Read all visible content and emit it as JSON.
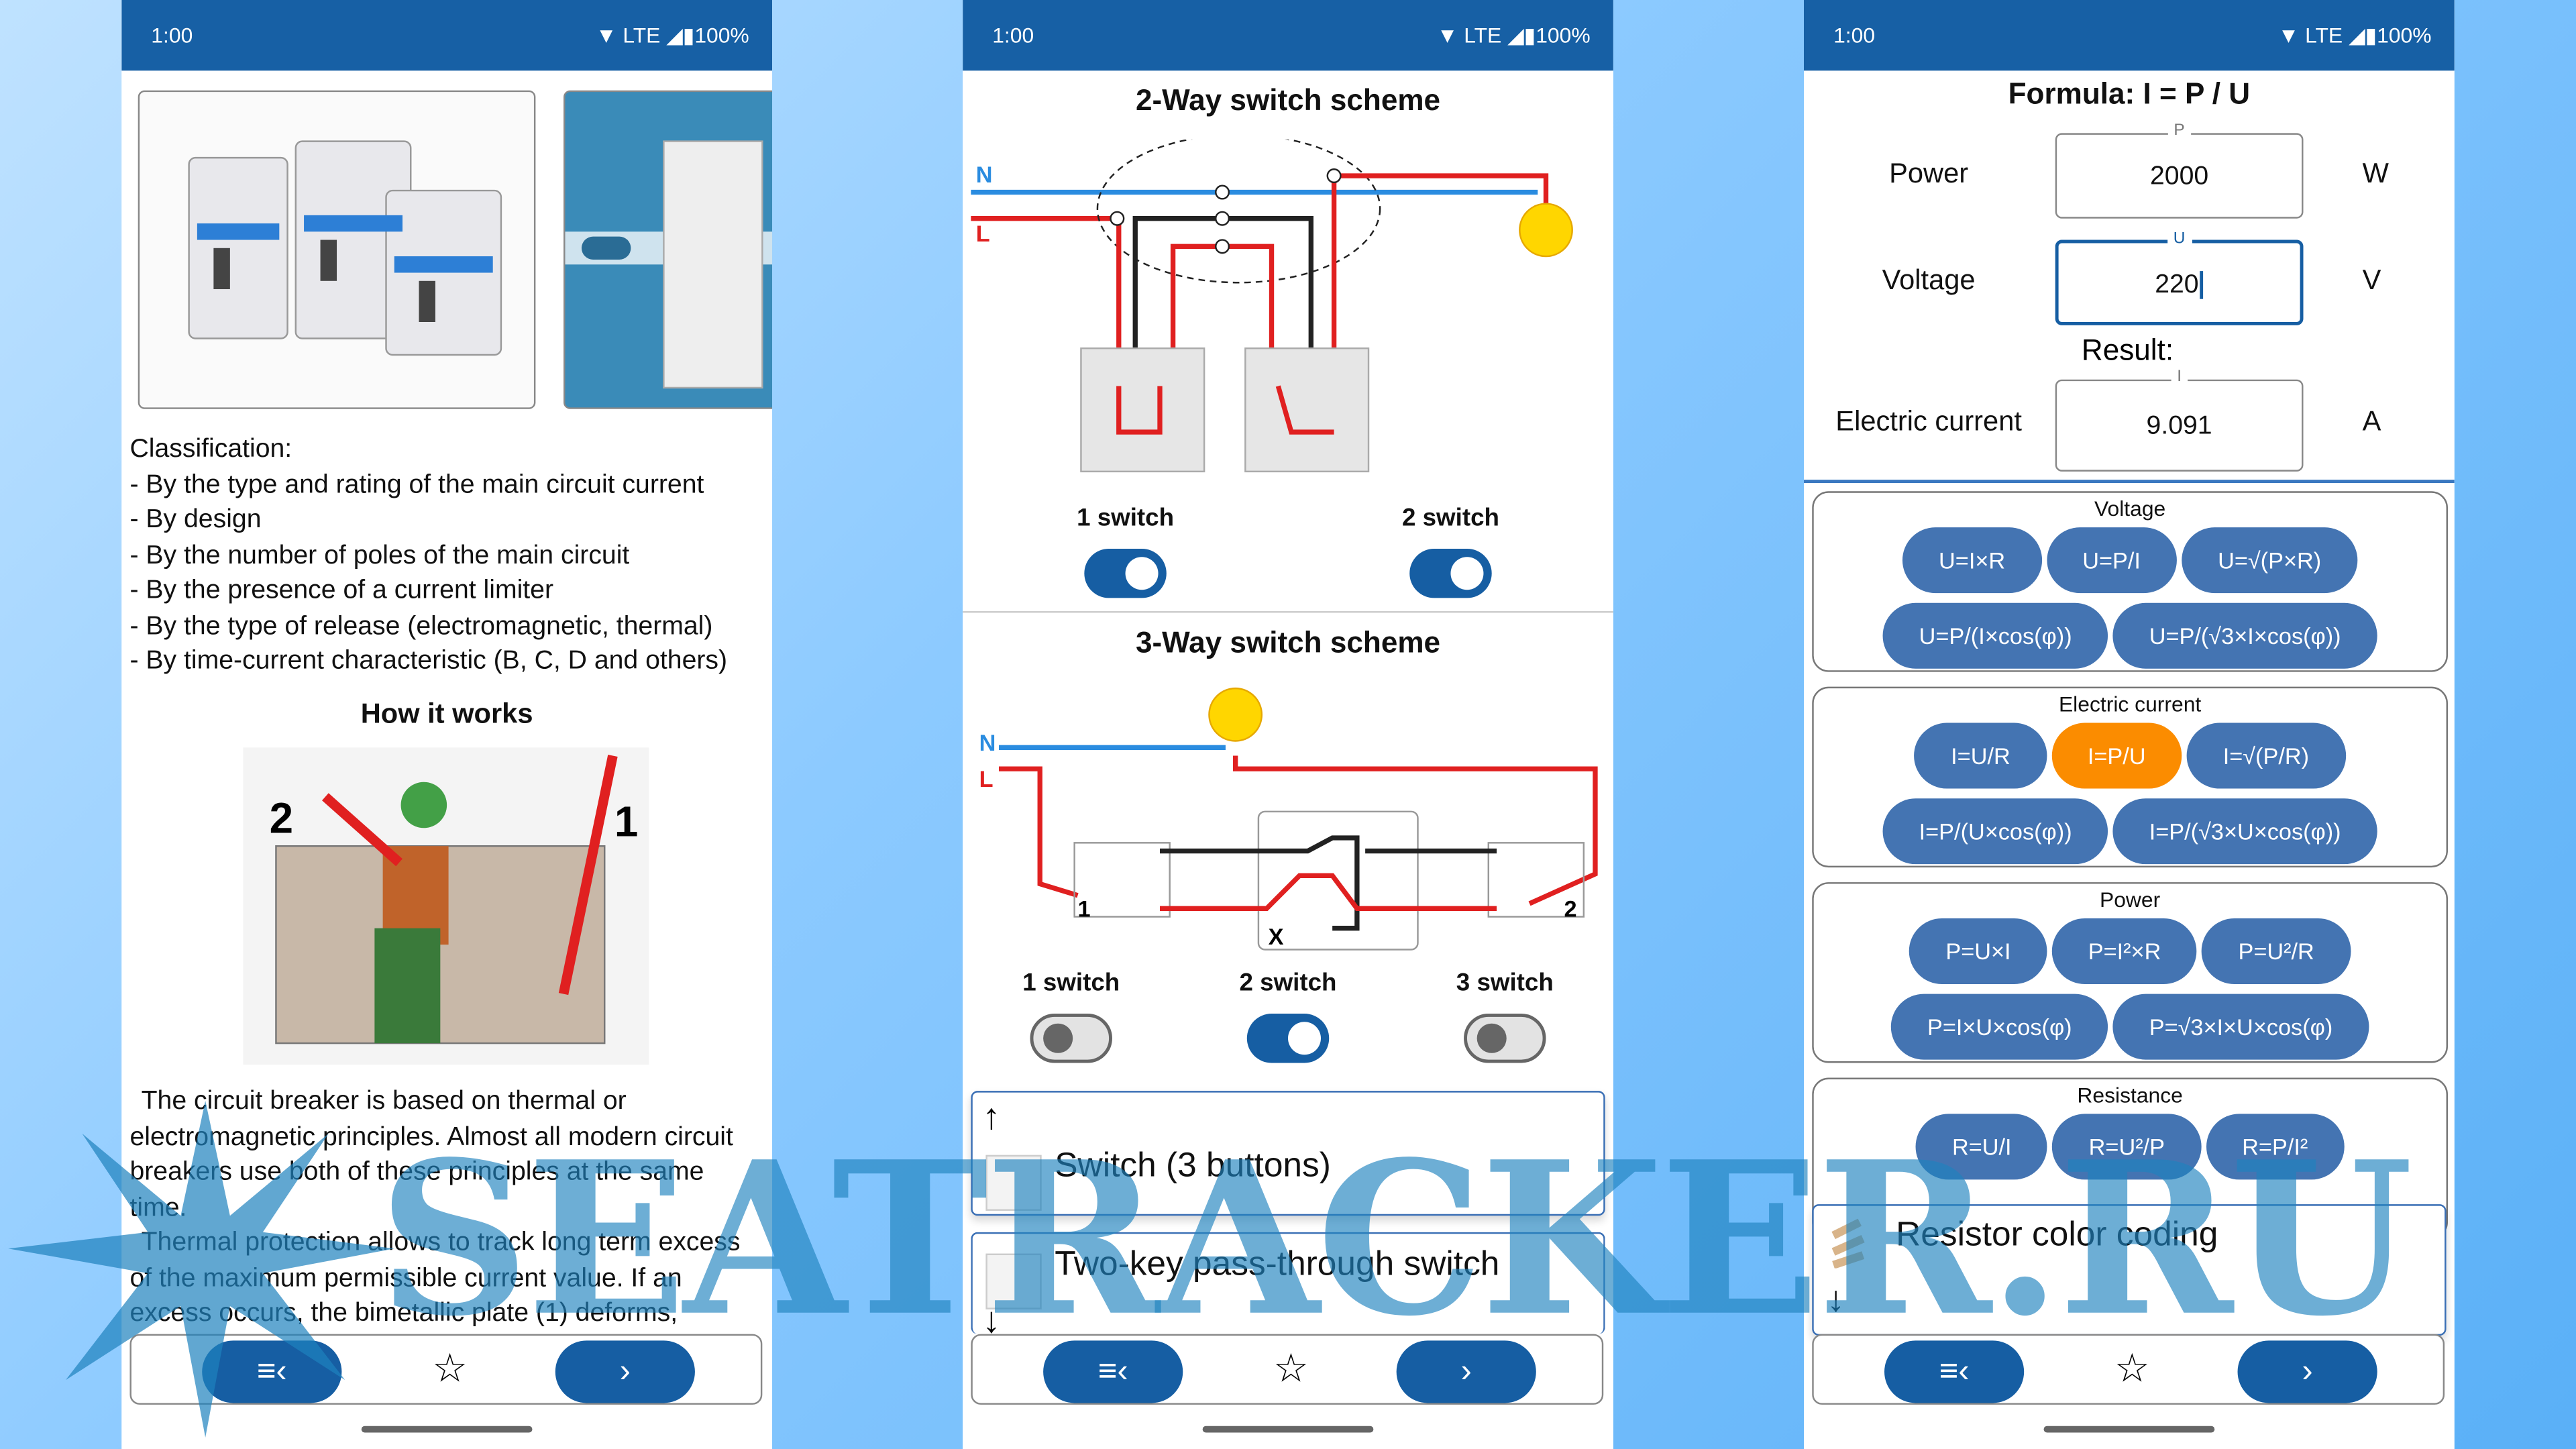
{
  "status_bar": {
    "time": "1:00",
    "network": "LTE",
    "battery": "100%"
  },
  "panel1": {
    "classification_title": "Classification:",
    "classification_items": [
      "- By the type and rating of the main circuit current",
      "- By design",
      "- By the number of poles of the main circuit",
      "- By the presence of a current limiter",
      "- By the type of release (electromagnetic, thermal)",
      "- By time-current characteristic (B, C, D and others)"
    ],
    "how_it_works": "How it works",
    "diagram_labels": [
      "2",
      "1"
    ],
    "paragraph1": "The circuit breaker is based on thermal or electromagnetic principles. Almost all modern circuit breakers use both of these principles at the same time.",
    "paragraph2": "Thermal protection allows to track long term excess of the maximum permissible current value. If an excess occurs, the bimetallic plate (1) deforms,"
  },
  "panel2": {
    "two_way_title": "2-Way switch scheme",
    "wire_n": "N",
    "wire_l": "L",
    "two_way_switches": [
      {
        "label": "1 switch",
        "on": true
      },
      {
        "label": "2 switch",
        "on": true
      }
    ],
    "three_way_title": "3-Way switch scheme",
    "three_way_marks": [
      "1",
      "X",
      "2"
    ],
    "three_way_switches": [
      {
        "label": "1 switch",
        "on": false
      },
      {
        "label": "2 switch",
        "on": true
      },
      {
        "label": "3 switch",
        "on": false
      }
    ],
    "list": [
      "Switch (3 buttons)",
      "Two-key pass-through switch"
    ]
  },
  "panel3": {
    "formula_title": "Formula: I = P / U",
    "power": {
      "label": "Power",
      "symbol": "P",
      "value": "2000",
      "unit": "W"
    },
    "voltage": {
      "label": "Voltage",
      "symbol": "U",
      "value": "220",
      "unit": "V"
    },
    "result_label": "Result:",
    "current": {
      "label": "Electric current",
      "symbol": "I",
      "value": "9.091",
      "unit": "A"
    },
    "groups": [
      {
        "title": "Voltage",
        "rows": [
          [
            "U=I×R",
            "U=P/I",
            "U=√(P×R)"
          ],
          [
            "U=P/(I×cos(φ))",
            "U=P/(√3×I×cos(φ))"
          ]
        ]
      },
      {
        "title": "Electric current",
        "rows": [
          [
            "I=U/R",
            "I=P/U",
            "I=√(P/R)"
          ],
          [
            "I=P/(U×cos(φ))",
            "I=P/(√3×U×cos(φ))"
          ]
        ]
      },
      {
        "title": "Power",
        "rows": [
          [
            "P=U×I",
            "P=I²×R",
            "P=U²/R"
          ],
          [
            "P=I×U×cos(φ)",
            "P=√3×I×U×cos(φ)"
          ]
        ]
      },
      {
        "title": "Resistance",
        "rows": [
          [
            "R=U/I",
            "R=U²/P",
            "R=P/I²"
          ]
        ]
      }
    ],
    "active_formula": "I=P/U",
    "list": [
      "Resistor color coding"
    ]
  },
  "nav": {
    "menu_icon": "≡‹",
    "star_icon": "☆",
    "next_icon": "›"
  },
  "arrows": {
    "up": "↑",
    "down": "↓"
  },
  "watermark": "SEATRACKER.RU",
  "colors": {
    "primary": "#165ea3",
    "formula_button": "#4474b2",
    "active": "#fb8c00"
  }
}
